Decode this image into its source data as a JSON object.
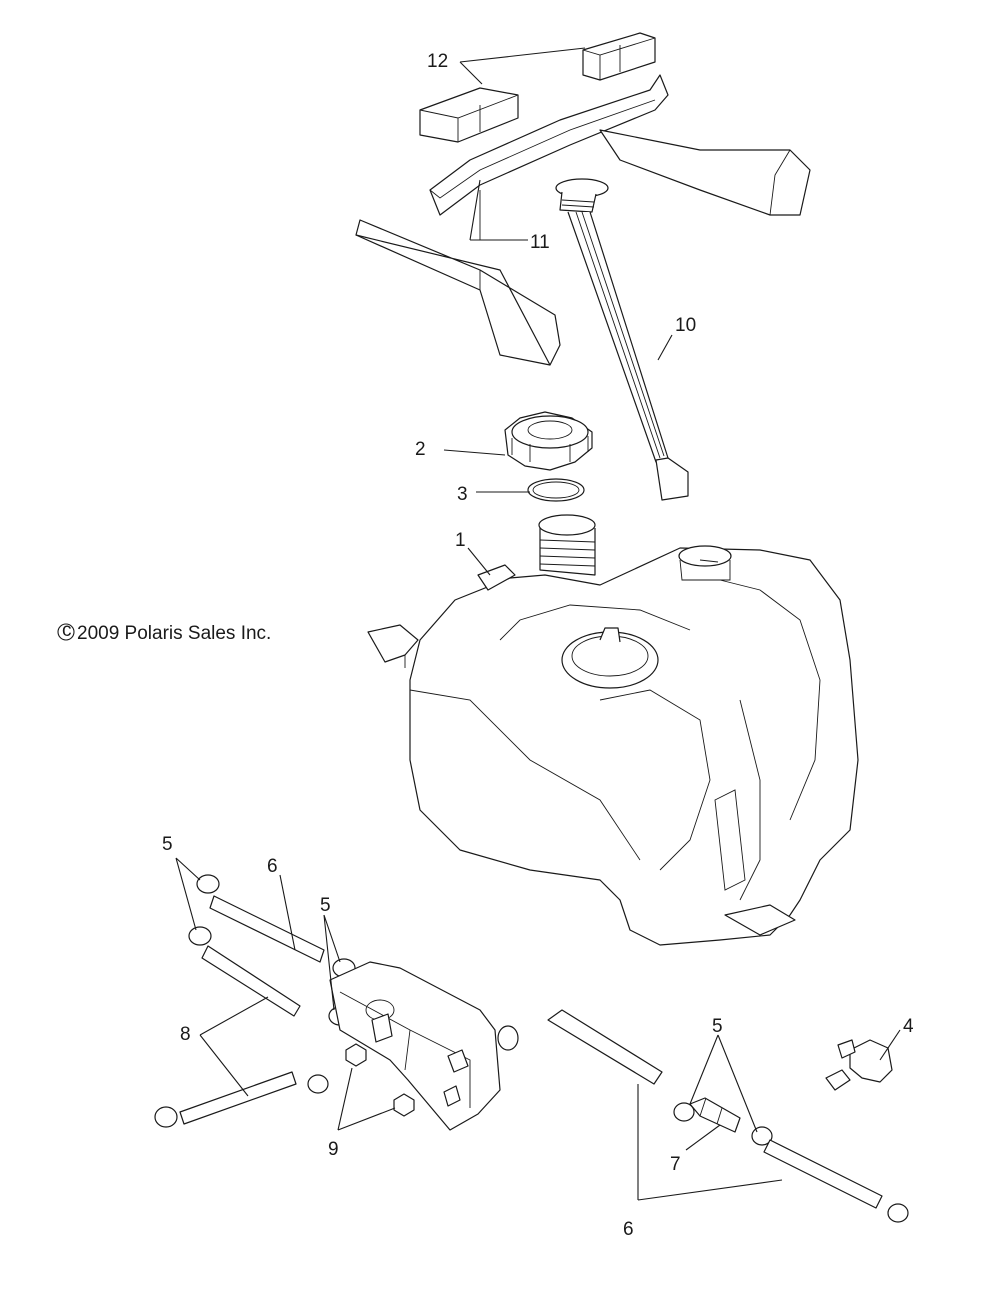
{
  "copyright": {
    "symbol": "c",
    "text": "2009 Polaris Sales Inc."
  },
  "callouts": {
    "c1": "1",
    "c2": "2",
    "c3": "3",
    "c4": "4",
    "c5a": "5",
    "c5b": "5",
    "c5c": "5",
    "c6a": "6",
    "c6b": "6",
    "c7": "7",
    "c8": "8",
    "c9": "9",
    "c10": "10",
    "c11": "11",
    "c12": "12"
  }
}
